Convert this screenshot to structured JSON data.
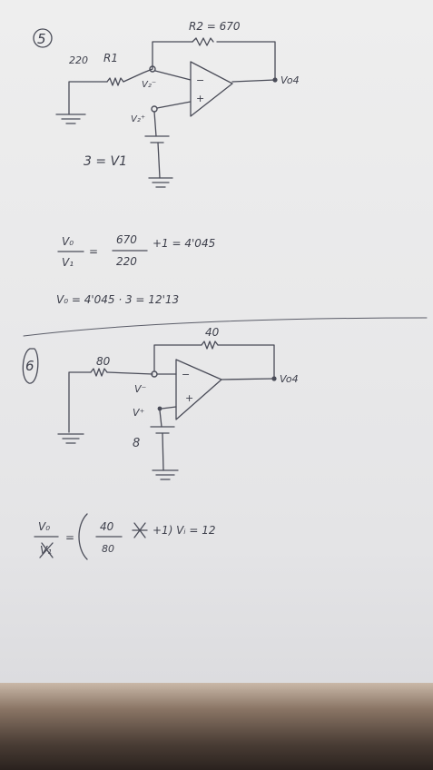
{
  "problem1": {
    "number": "5",
    "r2_label": "R2 = 670",
    "r1_value": "220",
    "r1_name": "R1",
    "vminus": "V₂⁻",
    "vplus": "V₂⁺",
    "opamp_minus": "−",
    "opamp_plus": "+",
    "vout": "Vo4",
    "source": "3 = V1",
    "eq1_lhs_num": "V₀",
    "eq1_lhs_den": "V₁",
    "eq1_equals": "=",
    "eq1_frac_num": "670",
    "eq1_frac_den": "220",
    "eq1_rest": "+1 = 4'045",
    "eq2": "V₀ = 4'045 · 3 = 12'13"
  },
  "problem2": {
    "number": "6",
    "r2_label": "40",
    "r1_label": "80",
    "vminus": "V⁻",
    "vplus": "V⁺",
    "opamp_minus": "−",
    "opamp_plus": "+",
    "vout": "Vo4",
    "source": "8",
    "eq_lhs_num": "V₀",
    "eq_lhs_den": "V₁",
    "eq_equals": "=",
    "eq_frac_num": "40",
    "eq_frac_den": "80",
    "eq_rest": "+1) Vᵢ = 12"
  }
}
